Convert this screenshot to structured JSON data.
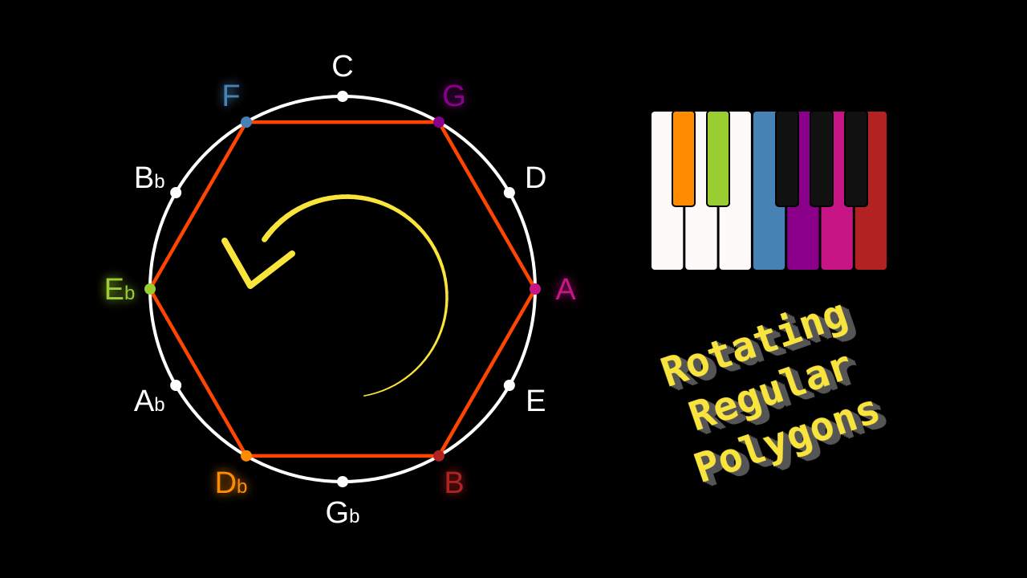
{
  "circle_of_fifths": {
    "notes": [
      {
        "name": "C",
        "flat": false,
        "color": "#ffffff"
      },
      {
        "name": "G",
        "flat": false,
        "color": "#8b008b"
      },
      {
        "name": "D",
        "flat": false,
        "color": "#ffffff"
      },
      {
        "name": "A",
        "flat": false,
        "color": "#c71585"
      },
      {
        "name": "E",
        "flat": false,
        "color": "#ffffff"
      },
      {
        "name": "B",
        "flat": false,
        "color": "#b22222"
      },
      {
        "name": "G",
        "flat": true,
        "color": "#ffffff"
      },
      {
        "name": "D",
        "flat": true,
        "color": "#ff8c00"
      },
      {
        "name": "A",
        "flat": true,
        "color": "#ffffff"
      },
      {
        "name": "E",
        "flat": true,
        "color": "#9acd32"
      },
      {
        "name": "B",
        "flat": true,
        "color": "#ffffff"
      },
      {
        "name": "F",
        "flat": false,
        "color": "#4682b4"
      }
    ],
    "flat_symbol": "b",
    "hexagon_vertices": [
      1,
      3,
      5,
      7,
      9,
      11
    ],
    "hexagon_color": "#ff4500",
    "arrow_color": "#f9e43c",
    "arrow_direction": "counterclockwise"
  },
  "piano": {
    "white_keys": [
      "#fffafa",
      "#fffafa",
      "#fffafa",
      "#4682b4",
      "#8b008b",
      "#c71585",
      "#b22222"
    ],
    "black_keys": [
      "#ff8c00",
      "#9acd32",
      "#111111",
      "#111111",
      "#111111"
    ]
  },
  "title": {
    "lines": [
      "Rotating",
      "Regular",
      "Polygons"
    ],
    "color": "#f9e43c"
  }
}
